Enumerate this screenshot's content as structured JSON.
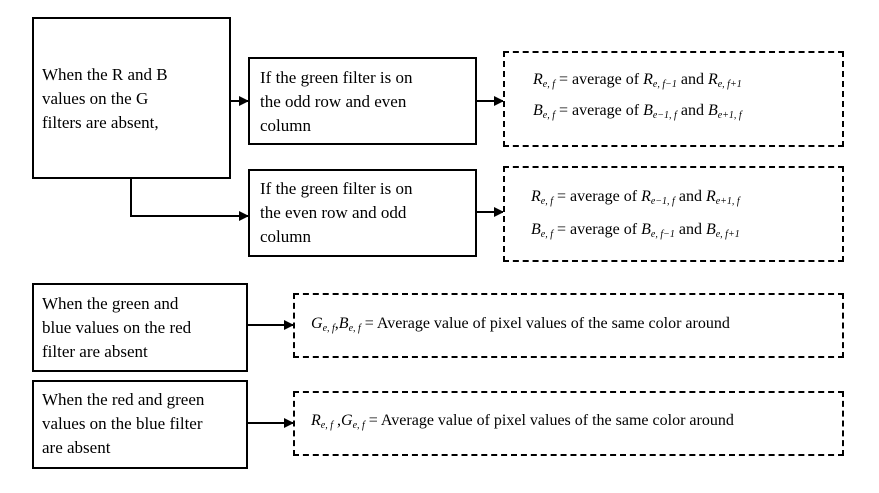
{
  "nodes": {
    "g_absent": "When the R and B\nvalues on the G\nfilters are absent,",
    "odd_row": "If the green filter is on\nthe odd row and even\ncolumn",
    "even_row": "If the green filter is on\nthe even row and odd\ncolumn",
    "red_absent": "When the green and\nblue values on the red\nfilter are absent",
    "blue_absent": "When the red and green\nvalues on the blue filter\nare absent"
  },
  "formulas": {
    "odd": {
      "r": {
        "lhs": "R",
        "lhs_sub": "e, f",
        "mid": " = average of ",
        "a": "R",
        "a_sub": "e, f−1",
        "conj": "  and ",
        "b": "R",
        "b_sub": "e, f+1"
      },
      "b": {
        "lhs": "B",
        "lhs_sub": "e, f",
        "mid": " = average of ",
        "a": "B",
        "a_sub": "e−1, f",
        "conj": "  and ",
        "b": "B",
        "b_sub": "e+1, f"
      }
    },
    "even": {
      "r": {
        "lhs": "R",
        "lhs_sub": "e, f",
        "mid": " = average of ",
        "a": "R",
        "a_sub": "e−1, f",
        "conj": "  and ",
        "b": "R",
        "b_sub": "e+1, f"
      },
      "b": {
        "lhs": "B",
        "lhs_sub": "e, f",
        "mid": " = average of ",
        "a": "B",
        "a_sub": "e, f−1",
        "conj": "  and ",
        "b": "B",
        "b_sub": "e, f+1"
      }
    },
    "red": {
      "v1": "G",
      "v1_sub": "e, f",
      "sep": ",",
      "v2": "B",
      "v2_sub": "e, f",
      "rest": " = Average value of pixel values of the same color around"
    },
    "blue": {
      "v1": "R",
      "v1_sub": "e, f",
      "sep": " ,",
      "v2": "G",
      "v2_sub": "e, f",
      "rest": " = Average value of pixel values of the same color around"
    }
  }
}
